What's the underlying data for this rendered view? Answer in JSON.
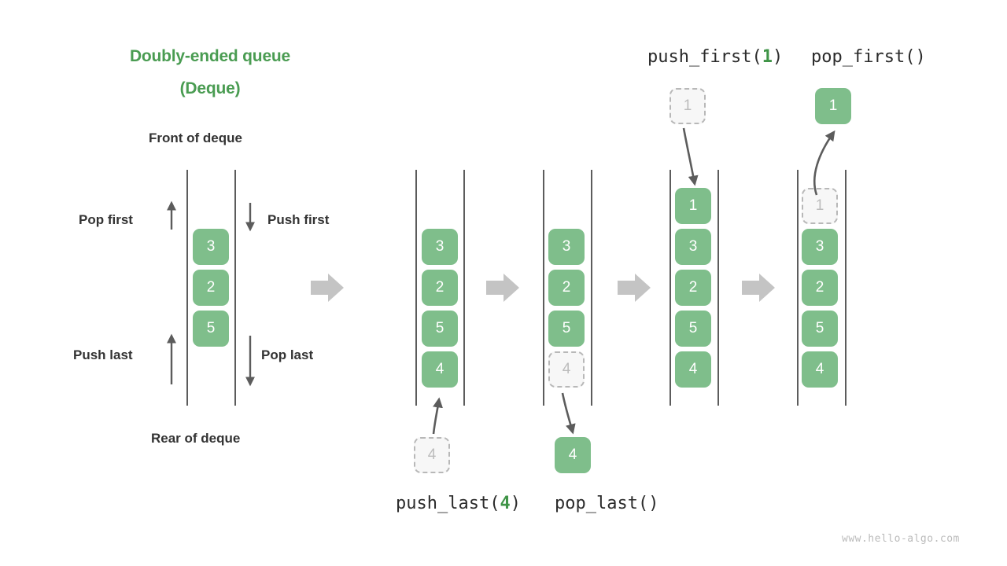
{
  "title": {
    "line1": "Doubly-ended queue",
    "line2": "(Deque)",
    "color": "#4a9c52"
  },
  "labels": {
    "front": "Front of deque",
    "rear": "Rear of deque",
    "pop_first": "Pop first",
    "push_first": "Push first",
    "push_last": "Push last",
    "pop_last": "Pop last"
  },
  "operations": {
    "push_first": {
      "name": "push_first(",
      "arg": "1",
      "close": ")"
    },
    "pop_first": {
      "name": "pop_first(",
      "arg": "",
      "close": ")"
    },
    "push_last": {
      "name": "push_last(",
      "arg": "4",
      "close": ")"
    },
    "pop_last": {
      "name": "pop_last(",
      "arg": "",
      "close": ")"
    }
  },
  "watermark": "www.hello-algo.com",
  "colors": {
    "box_fill": "#7fbe8b",
    "box_text": "#ffffff",
    "ghost_fill": "#f7f7f7",
    "ghost_border": "#b8b8b8",
    "ghost_text": "#bcbcbc",
    "rail": "#5c5c5c",
    "arrow_gray": "#c4c4c4",
    "arrow_dark": "#5c5c5c",
    "accent_green": "#4a9c52"
  },
  "chart_data": {
    "type": "diagram",
    "title": "Doubly-ended queue (Deque)",
    "stages": [
      {
        "id": "stage-overview",
        "caption": "",
        "items": [
          "3",
          "2",
          "5"
        ],
        "ghost_items": [],
        "annotations": [
          "Front of deque",
          "Pop first",
          "Push first",
          "Push last",
          "Pop last",
          "Rear of deque"
        ]
      },
      {
        "id": "stage-push-last",
        "caption": "push_last(4)",
        "items": [
          "3",
          "2",
          "5",
          "4"
        ],
        "incoming": "4",
        "incoming_state": "ghost-below"
      },
      {
        "id": "stage-pop-last",
        "caption": "pop_last()",
        "items": [
          "3",
          "2",
          "5"
        ],
        "ghost_items": [
          "4"
        ],
        "outgoing": "4",
        "outgoing_state": "solid-below"
      },
      {
        "id": "stage-push-first",
        "caption": "push_first(1)",
        "items": [
          "1",
          "3",
          "2",
          "5",
          "4"
        ],
        "incoming": "1",
        "incoming_state": "ghost-above"
      },
      {
        "id": "stage-pop-first",
        "caption": "pop_first()",
        "items": [
          "3",
          "2",
          "5",
          "4"
        ],
        "ghost_items": [
          "1"
        ],
        "outgoing": "1",
        "outgoing_state": "solid-above"
      }
    ],
    "stage_transitions": 4
  },
  "stacks": {
    "s1": {
      "boxes": [
        "3",
        "2",
        "5"
      ]
    },
    "s2": {
      "boxes": [
        "3",
        "2",
        "5",
        "4"
      ],
      "ghost_below": "4"
    },
    "s3": {
      "boxes": [
        "3",
        "2",
        "5"
      ],
      "ghost_in_stack": "4",
      "solid_below": "4"
    },
    "s4": {
      "boxes": [
        "1",
        "3",
        "2",
        "5",
        "4"
      ],
      "ghost_above": "1"
    },
    "s5": {
      "boxes": [
        "3",
        "2",
        "5",
        "4"
      ],
      "ghost_in_stack": "1",
      "solid_above": "1"
    }
  }
}
